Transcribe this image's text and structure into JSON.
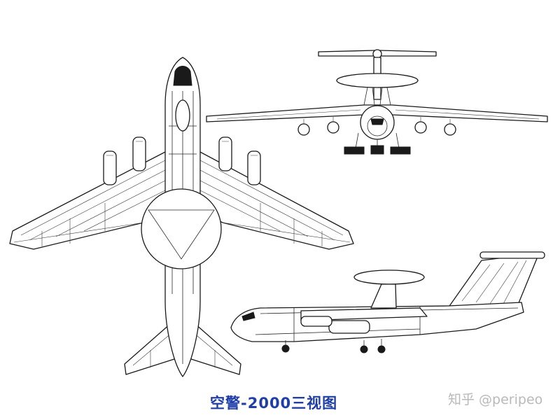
{
  "caption": {
    "text": "空警-2000三视图",
    "color": "#1f3ea8"
  },
  "watermark": {
    "text": "知乎 @peripeo",
    "color": "#b9b9b9"
  },
  "views": [
    {
      "name": "plan-view"
    },
    {
      "name": "front-view"
    },
    {
      "name": "side-view"
    }
  ],
  "line_color": "#1a1a1a"
}
